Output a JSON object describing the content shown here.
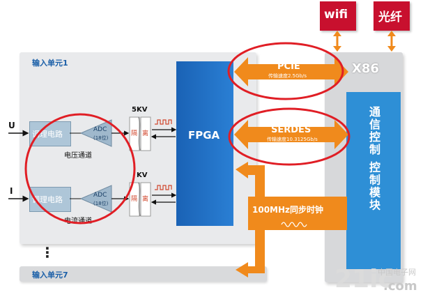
{
  "header_boxes": {
    "wifi": "wifi",
    "fiber": "光纤"
  },
  "unit1": {
    "title": "输入单元1"
  },
  "unit7": {
    "title": "输入单元7"
  },
  "x86": {
    "label": "X86"
  },
  "control_module": {
    "label": "通信控制 控制模块"
  },
  "fpga": {
    "label": "FPGA"
  },
  "pcie": {
    "label": "PCIE",
    "rate": "传输速度2.5Gb/s"
  },
  "serdes": {
    "label": "SERDES",
    "rate": "传输速度10.3125Gb/s"
  },
  "clock": {
    "label": "100MHz同步时钟"
  },
  "voltage_channel": {
    "input": "U",
    "conditioner": "调理电路",
    "adc": "ADC",
    "adc_bits": "(18位)",
    "label": "电压通道",
    "isolation_voltage": "5KV",
    "isolation_a": "隔",
    "isolation_b": "离"
  },
  "current_channel": {
    "input": "I",
    "conditioner": "调理电路",
    "adc": "ADC",
    "adc_bits": "(18位)",
    "label": "电流通道",
    "isolation_voltage": "KV",
    "isolation_a": "隔",
    "isolation_b": "离"
  },
  "dots": "⋮",
  "watermark": {
    "site": "21ic",
    "cn": "中国电子网",
    "domain": ".com"
  },
  "colors": {
    "panel": "#e9eaec",
    "fpga_blue": "#1f6fc4",
    "control_blue": "#2e8fd6",
    "orange": "#f08a1c",
    "red_box": "#c8102e",
    "circle_red": "#e01e25"
  }
}
